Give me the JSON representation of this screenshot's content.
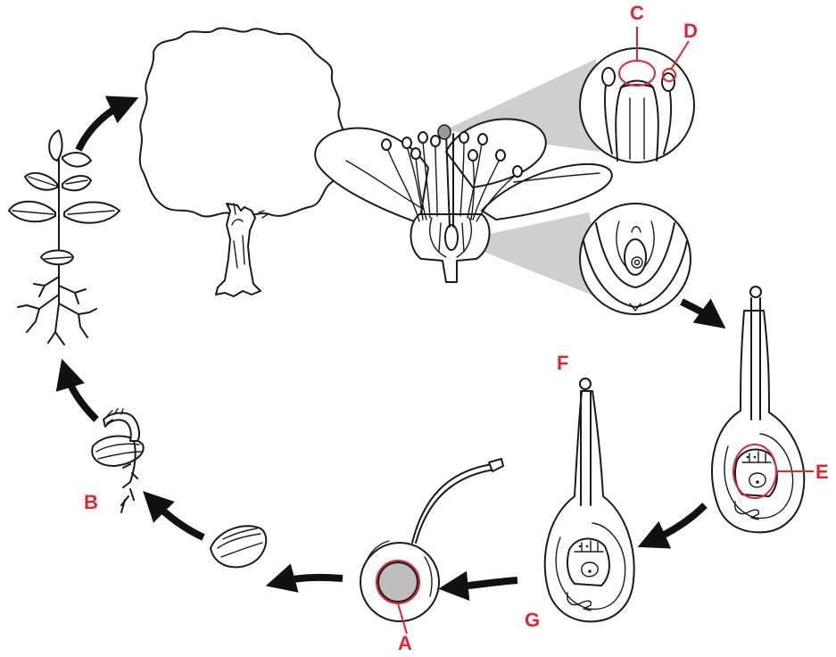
{
  "colors": {
    "ink": "#1a1a1a",
    "label": "#e0252e",
    "zoom": "#c8c8c8",
    "seed_fill": "#bdbdbd"
  },
  "labels": {
    "a": "A",
    "b": "B",
    "c": "C",
    "d": "D",
    "e": "E",
    "f": "F",
    "g": "G"
  }
}
